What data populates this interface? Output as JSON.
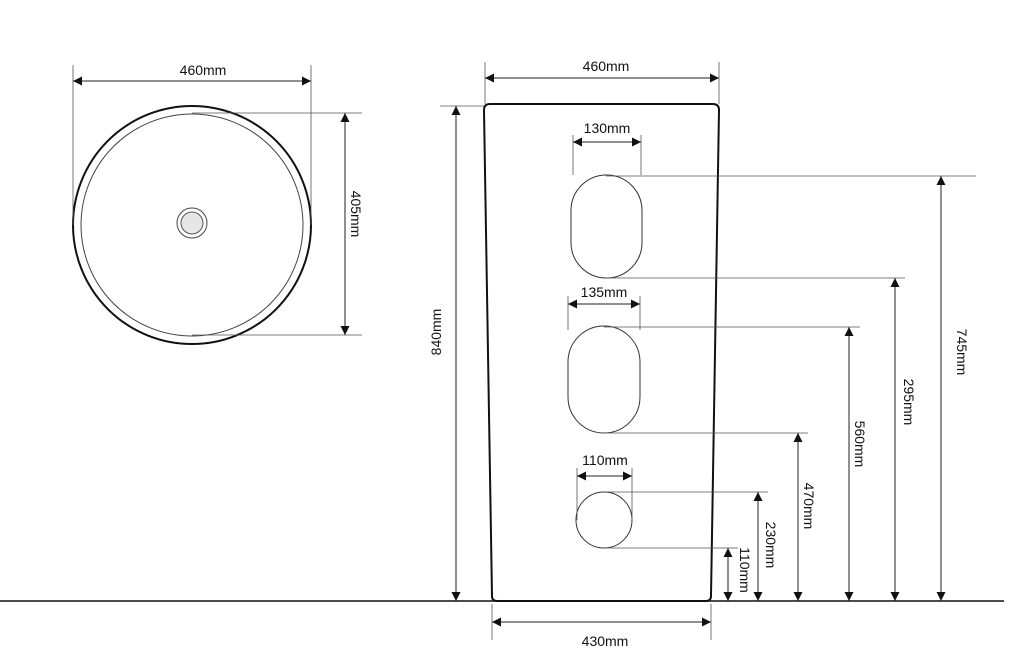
{
  "top_view": {
    "width_label": "460mm",
    "depth_label": "405mm"
  },
  "front_view": {
    "top_width_label": "460mm",
    "bottom_width_label": "430mm",
    "height_label": "840mm",
    "holes": [
      {
        "width_label": "130mm",
        "top_label": "745mm",
        "bottom_label": "560mm"
      },
      {
        "width_label": "135mm",
        "top_label": "470mm",
        "bottom_label": "295mm"
      },
      {
        "width_label": "110mm",
        "top_label": "230mm",
        "bottom_label": "110mm"
      }
    ]
  },
  "colors": {
    "line": "#111111",
    "dimension": "#222222",
    "extension": "#555555",
    "drain": "#e6e6e6"
  }
}
